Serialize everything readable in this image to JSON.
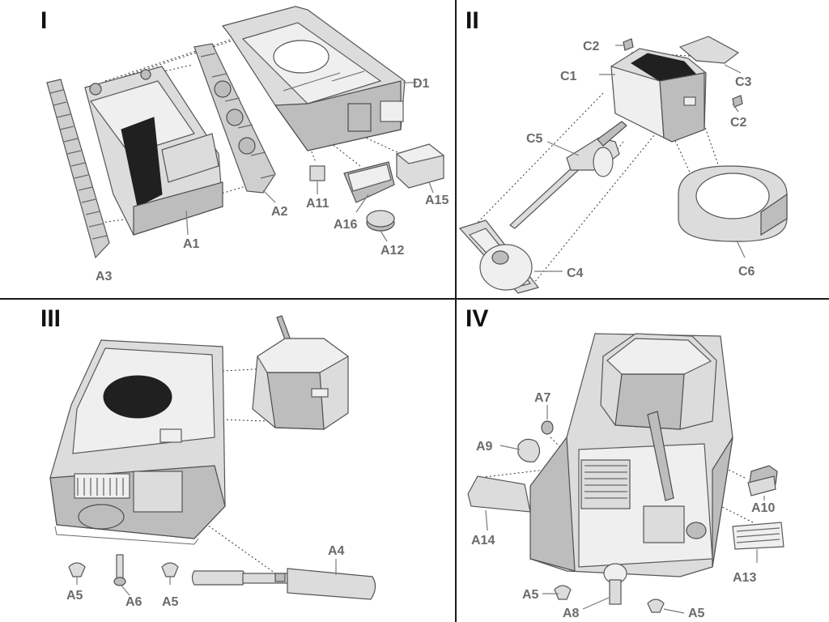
{
  "panels": [
    {
      "number": "I",
      "labels": [
        "D1",
        "A2",
        "A3",
        "A1",
        "A11",
        "A16",
        "A12",
        "A15"
      ]
    },
    {
      "number": "II",
      "labels": [
        "C2",
        "C1",
        "C3",
        "C2",
        "C5",
        "C4",
        "C6"
      ]
    },
    {
      "number": "III",
      "labels": [
        "A4",
        "A5",
        "A6",
        "A5"
      ]
    },
    {
      "number": "IV",
      "labels": [
        "A7",
        "A9",
        "A14",
        "A10",
        "A13",
        "A5",
        "A8",
        "A5"
      ]
    }
  ],
  "colors": {
    "part_fill": "#dcdcdc",
    "part_stroke": "#555555",
    "label_text": "#6b6b6b",
    "panel_number_text": "#111111",
    "divider": "#1a1a1a",
    "background": "#ffffff"
  }
}
